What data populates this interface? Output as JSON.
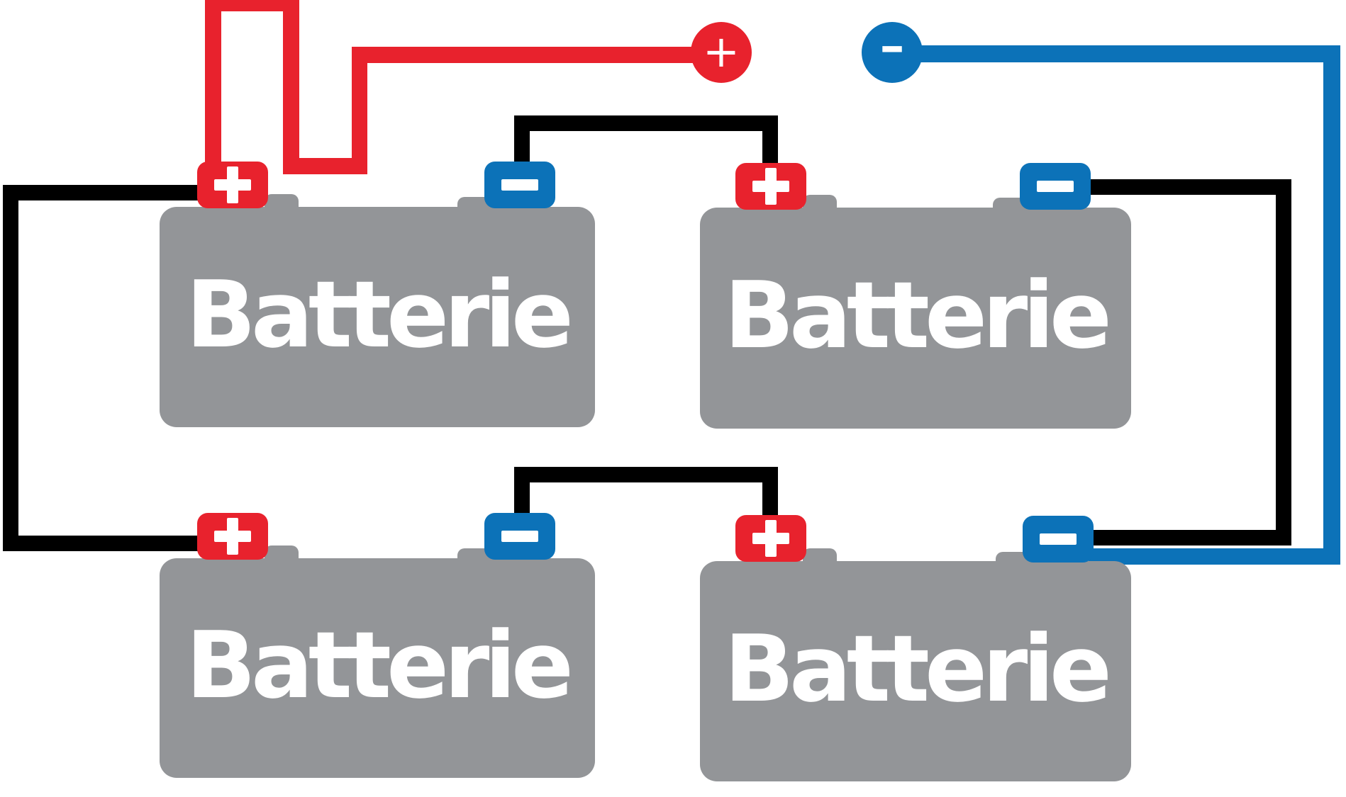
{
  "colors": {
    "positive_red": "#e8222d",
    "negative_blue": "#0c72b8",
    "battery_gray": "#939598",
    "wire_black": "#000000",
    "label_white": "#ffffff",
    "canvas_white": "#ffffff"
  },
  "batteries": [
    {
      "id": "top-left",
      "label": "Batterie",
      "positive_terminal_symbol": "+",
      "negative_terminal_symbol": "−"
    },
    {
      "id": "top-right",
      "label": "Batterie",
      "positive_terminal_symbol": "+",
      "negative_terminal_symbol": "−"
    },
    {
      "id": "bottom-left",
      "label": "Batterie",
      "positive_terminal_symbol": "+",
      "negative_terminal_symbol": "−"
    },
    {
      "id": "bottom-right",
      "label": "Batterie",
      "positive_terminal_symbol": "+",
      "negative_terminal_symbol": "−"
    }
  ],
  "outputs": {
    "positive_symbol": "+",
    "negative_symbol": "-"
  },
  "icons": {
    "positive_terminal": "plus-icon",
    "negative_terminal": "minus-icon",
    "positive_output": "plus-circle-icon",
    "negative_output": "minus-circle-icon"
  },
  "wiring": {
    "series_links": "black",
    "parallel_links": "black",
    "positive_lead": "red",
    "negative_lead": "blue"
  }
}
